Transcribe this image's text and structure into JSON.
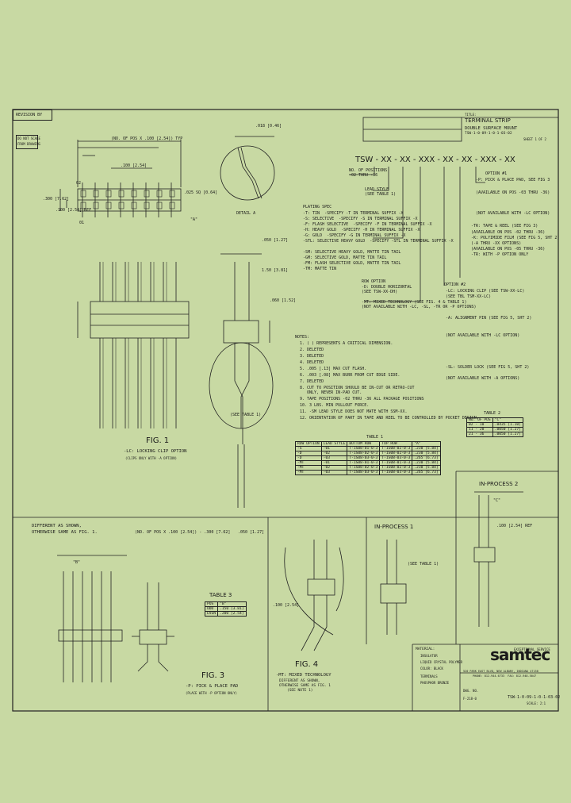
{
  "revision": {
    "label": "REVISION BY"
  },
  "do_not_scale": [
    "DO NOT SCALE",
    "FROM DRAWING"
  ],
  "title_block": {
    "title_label": "TITLE:",
    "title1": "TERMINAL STRIP",
    "title2": "DOUBLE SURFACE MOUNT",
    "part_no": "TSW-1-0-09-1-0-1-03-02",
    "sheet": "SHEET 1 OF 2",
    "company": "samtec",
    "tagline": "EXCEPTIONAL SERVICE",
    "material_label": "MATERIAL:",
    "materials": [
      "INSULATOR",
      "LIQUID CRYSTAL POLYMER",
      "COLOR: BLACK",
      "TERMINALS",
      "PHOSPHOR BRONZE"
    ],
    "address": "520 PARK EAST BLVD, NEW ALBANY, INDIANA 47150",
    "phone": "PHONE: 812-944-6733  FAX: 812-948-5047",
    "dwg_label": "DWG. NO.",
    "dwg_no": "TSW-1-0-09-1-0-1-03-02",
    "file": "F-218-0",
    "scale": "SCALE: 2:1"
  },
  "part_code": {
    "code": "TSW - XX - XX - XXX - XX - XX - XXX - XX",
    "positions": "NO. OF POSITIONS",
    "positions_range": "-02 THRU -36",
    "lead_style": "LEAD STYLE",
    "lead_style_ref": "(SEE TABLE 1)",
    "plating_title": "PLATING SPEC",
    "plating": [
      "-T: TIN  -SPECIFY -T IN TERMINAL SUFFIX -X",
      "-S: SELECTIVE  -SPECIFY -S IN TERMINAL SUFFIX -X",
      "-F: FLASH SELECTIVE  -SPECIFY -F IN TERMINAL SUFFIX -X",
      "-H: HEAVY GOLD  -SPECIFY -H IN TERMINAL SUFFIX -X",
      "-G: GOLD  -SPECIFY -G IN TERMINAL SUFFIX -X",
      "-STL: SELECTIVE HEAVY GOLD  -SPECIFY -STL IN TERMINAL SUFFIX -X",
      "-SM: SELECTIVE HEAVY GOLD, MATTE TIN TAIL",
      "-GM: SELECTIVE GOLD, MATTE TIN TAIL",
      "-FM: FLASH SELECTIVE GOLD, MATTE TIN TAIL",
      "-TM: MATTE TIN"
    ],
    "row_title": "ROW OPTION",
    "row_options": [
      "-D: DOUBLE HORIZONTAL",
      "(SEE TSW-XX-DH)",
      "-MT: MIXED TECHNOLOGY (SEE FIG. 4 & TABLE 1)",
      "(NOT AVAILABLE WITH -LC, -SL, -TR OR -P OPTIONS)"
    ],
    "option1_title": "OPTION #1",
    "option1": [
      "-P: PICK & PLACE PAD, SEE FIG 3",
      "(AVAILABLE ON POS -03 THRU -36)",
      "(NOT AVAILABLE WITH -LC OPTION)",
      "-TR: TAPE & REEL (SEE FIG 3)",
      "(AVAILABLE ON POS -02 THRU -36)",
      "-K: POLYIMIDE FILM (SEE FIG 5, SHT 2)",
      "(-A THRU -XX OPTIONS)",
      "(AVAILABLE ON POS -05 THRU -36)",
      "-TR: WITH -P OPTION ONLY"
    ],
    "option2_title": "OPTION #2",
    "option2": [
      "-LC: LOCKING CLIP (SEE TSW-XX-LC)",
      "(SEE TBL TSM-XX-LC)",
      "-A: ALIGNMENT PIN (SEE FIG 5, SHT 2)",
      "(NOT AVAILABLE WITH -LC OPTION)",
      "-SL: SOLDER LOCK (SEE FIG 5, SHT 2)",
      "(NOT AVAILABLE WITH -A OPTIONS)"
    ]
  },
  "notes": {
    "title": "NOTES:",
    "items": [
      "1. ( ) REPRESENTS A CRITICAL DIMENSION.",
      "2. DELETED",
      "3. DELETED",
      "4. DELETED",
      "5. .005 [.13] MAX CUT FLASH.",
      "6. .003 [.08] MAX BURR FROM CUT EDGE SIDE.",
      "7. DELETED",
      "8. CUT TO POSITION SHOULD BE IN-CUT OR RETRO-CUT",
      "   ONLY, NEVER IN-PAD CUT.",
      "9. TAPE POSITIONS -02 THRU -36 ALL PACKAGE POSITIONS",
      "10. 3 LBS. MIN PULLOUT FORCE.",
      "11. -SM LEAD STYLE DOES NOT MATE WITH SSM-XX.",
      "12. ORIENTATION OF PART IN TAPE AND REEL TO BE CONTROLLED BY POCKET DESIGN."
    ]
  },
  "table1": {
    "title": "TABLE 1",
    "headers": [
      "ROW OPTION",
      "LEAD STYLE",
      "BOTTOM ROW",
      "TOP ROW",
      "\"A\""
    ],
    "rows": [
      [
        "-S",
        "-01",
        "T-1S08-01-0-3",
        "T-1S08-02-0-3",
        ".230 [5.84]"
      ],
      [
        "-D",
        "-02",
        "T-1S08-02-0-3",
        "T-1S08-02-0-3",
        ".230 [5.84]"
      ],
      [
        "-D",
        "-03",
        "T-1S08-03-0-3",
        "T-1S08-03-0-3",
        ".265 [6.73]"
      ],
      [
        "-MT",
        "-01",
        "T-1S08-01-0-3",
        "T-1S08-01-0-3",
        ".230 [5.84]"
      ],
      [
        "-MT",
        "-02",
        "T-1S08-02-0-3",
        "T-1S08-02-0-3",
        ".230 [5.84]"
      ],
      [
        "-MT",
        "-03",
        "T-1S08-03-0-3",
        "T-1S08-03-0-3",
        ".265 [6.73]"
      ]
    ]
  },
  "table2": {
    "title": "TABLE 2",
    "headers": [
      "NO. OF POS",
      "\"C\""
    ],
    "rows": [
      [
        "02 - 10",
        ".0435 [1.10]"
      ],
      [
        "11 - 20",
        ".0050 [1.27]"
      ],
      [
        "21 - 36",
        ".0050 [1.27]"
      ]
    ]
  },
  "table3": {
    "title": "TABLE 3",
    "headers": [
      "POS",
      "\"B\""
    ],
    "rows": [
      [
        "ODD",
        ".150 [3.81]"
      ],
      [
        "EVEN",
        ".200 [2.54]"
      ]
    ]
  },
  "figures": {
    "fig1": "FIG. 1",
    "fig1_sub": "-LC: LOCKING CLIP OPTION",
    "fig1_sub2": "(CLIPS ONLY WITH -A OPTION)",
    "fig3": "FIG. 3",
    "fig3_sub": "-P: PICK & PLACE PAD",
    "fig3_sub2": "(PLACE WITH -P OPTION ONLY)",
    "fig4": "FIG. 4",
    "fig4_sub": "-MT: MIXED TECHNOLOGY",
    "fig4_sub2": "DIFFERENT AS SHOWN,",
    "fig4_sub3": "OTHERWISE SAME AS FIG. 1",
    "fig4_sub4": "(SEE NOTE 1)",
    "detail": "DETAIL A",
    "inprocess1": "IN-PROCESS 1",
    "inprocess2": "IN-PROCESS 2",
    "diff_note1": "DIFFERENT AS SHOWN,",
    "diff_note2": "OTHERWISE SAME AS FIG. 1."
  },
  "dims": {
    "d1": ".100 [2.54]",
    "d2": "(NO. OF POS X .100 [2.54]) TYP",
    "d3": ".025 SQ [0.64]",
    "d4": ".018 [0.46]",
    "d5": ".300 [7.62]",
    "d6": "1.50 [3.81]",
    "d7": "(NO. OF POS X .100 [2.54]) - .300 [7.62]",
    "d8": ".050 [1.27]",
    "d9": ".060 [1.52]",
    "d10": ".100 [2.54] REF",
    "d11": "(SEE TABLE 1)",
    "d12": "02",
    "d13": "01",
    "d14": "\"A\"",
    "d15": "\"B\"",
    "d16": "\"C\""
  }
}
